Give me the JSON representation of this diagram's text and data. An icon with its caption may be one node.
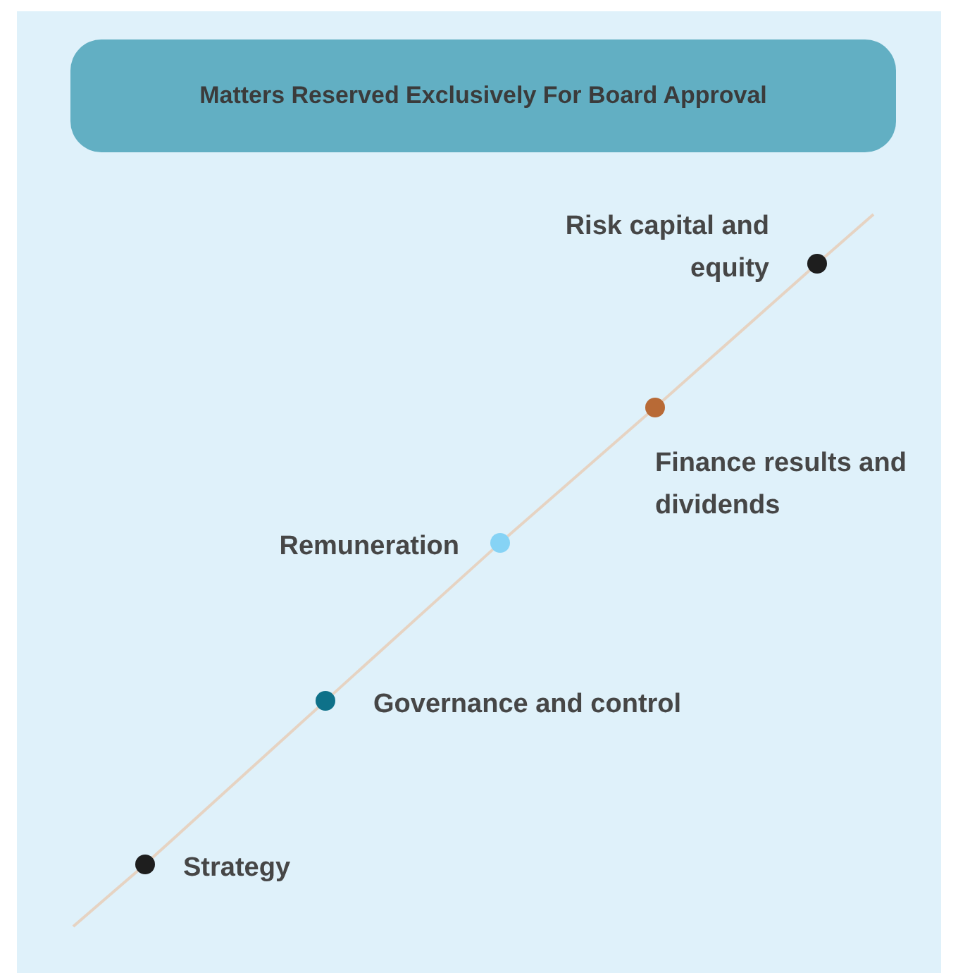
{
  "diagram": {
    "title": "Matters Reserved Exclusively For Board Approval",
    "nodes": [
      {
        "text": [],
        "shape": "circle",
        "beside": [
          "Strategy"
        ]
      },
      {
        "text": [],
        "shape": "circle",
        "beside": [
          "Governance and control"
        ]
      },
      {
        "text": [],
        "shape": "circle",
        "beside": [
          "Remuneration"
        ]
      },
      {
        "text": [],
        "shape": "circle",
        "beside": [
          "Finance results and dividends"
        ]
      },
      {
        "text": [],
        "shape": "circle",
        "beside": [
          "Risk capital and equity"
        ]
      }
    ],
    "edges": [
      {
        "from": null,
        "to": 0,
        "arrow": "none"
      },
      {
        "from": 0,
        "to": 1,
        "arrow": "none"
      },
      {
        "from": 1,
        "to": 2,
        "arrow": "none"
      },
      {
        "from": 2,
        "to": 3,
        "arrow": "none"
      },
      {
        "from": 3,
        "to": 4,
        "arrow": "none"
      },
      {
        "from": 4,
        "to": null,
        "arrow": "none"
      }
    ]
  }
}
